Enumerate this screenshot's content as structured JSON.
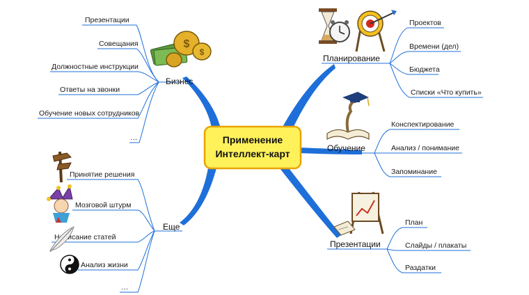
{
  "center": {
    "line1": "Применение",
    "line2": "Интеллект-карт"
  },
  "branches": {
    "business": {
      "label": "Бизнес",
      "items": [
        "Презентации",
        "Совещания",
        "Должностные инструкции",
        "Ответы на звонки",
        "Обучение новых сотрудников",
        "…"
      ]
    },
    "planning": {
      "label": "Планирование",
      "items": [
        "Проектов",
        "Времени (дел)",
        "Бюджета",
        "Списки «Что купить»"
      ]
    },
    "learning": {
      "label": "Обучение",
      "items": [
        "Конспектирование",
        "Анализ / понимание",
        "Запоминание"
      ]
    },
    "presentations": {
      "label": "Презентации",
      "items": [
        "План",
        "Слайды / плакаты",
        "Раздатки"
      ]
    },
    "more": {
      "label": "Еще",
      "items": [
        "Принятие решения",
        "Мозговой штурм",
        "Написание статей",
        "Анализ жизни",
        "…"
      ]
    }
  },
  "colors": {
    "line": "#1e6fd9",
    "center_fill": "#fff15a",
    "center_border": "#e8a400",
    "text": "#1a1a1a"
  },
  "icons": [
    "coins-money-icon",
    "hourglass-icon",
    "alarm-clock-icon",
    "target-icon",
    "book-graduation-icon",
    "easel-chart-icon",
    "signpost-icon",
    "jester-icon",
    "feather-quill-icon",
    "yin-yang-icon"
  ]
}
